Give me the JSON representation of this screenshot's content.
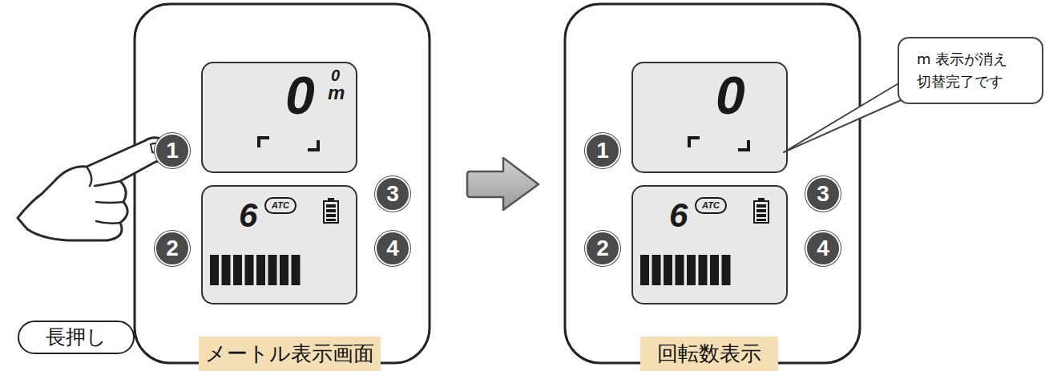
{
  "diagram": {
    "nodes": [
      {
        "text": [
          "0",
          "0",
          "m"
        ]
      },
      {
        "text": [
          "6"
        ]
      },
      {
        "text": [
          "ATC"
        ],
        "in": 1
      },
      {
        "text": [
          "1"
        ]
      },
      {
        "text": [
          "2"
        ]
      },
      {
        "text": [
          "3"
        ]
      },
      {
        "text": [
          "4"
        ]
      },
      {
        "text": [
          "長押し"
        ]
      },
      {
        "text": [
          "メートル表示画面"
        ]
      },
      {
        "text": [
          "0"
        ]
      },
      {
        "text": [
          "6"
        ]
      },
      {
        "text": [
          "ATC"
        ],
        "in": 10
      },
      {
        "text": [
          "1"
        ]
      },
      {
        "text": [
          "2"
        ]
      },
      {
        "text": [
          "3"
        ]
      },
      {
        "text": [
          "4"
        ]
      },
      {
        "text": [
          "m 表示が消え 切替完了です"
        ]
      },
      {
        "text": [
          "回転数表示"
        ]
      }
    ]
  }
}
